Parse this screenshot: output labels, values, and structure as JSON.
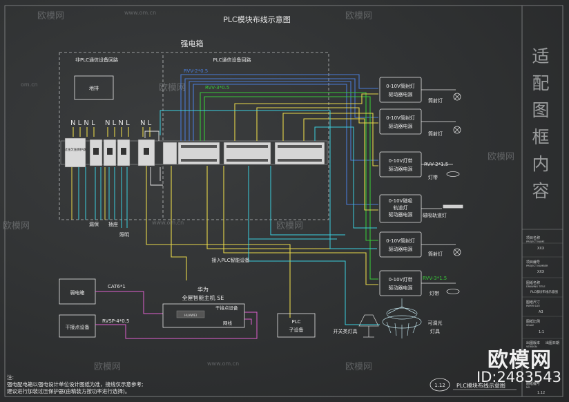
{
  "title": "PLC模块布线示意图",
  "box_title": "强电箱",
  "left_section": "非PLC通信设备回路",
  "right_section": "PLC通信设备回路",
  "floor_drain": "地排",
  "nl_group1": "N L N L",
  "nl_group2": "N L N L",
  "nl_group3": "N L",
  "protector": "过压欠压保护器",
  "leakage": "漏保",
  "socket": "插座",
  "lighting": "照明",
  "cable_rvv2": "RVV-2*0.5",
  "cable_rvv3": "RVV-3*0.5",
  "drivers": [
    {
      "l1": "0-10V筒射灯",
      "l2": "驱动器电源",
      "lamp": "筒射灯"
    },
    {
      "l1": "0-10V筒射灯",
      "l2": "驱动器电源",
      "lamp": "筒射灯"
    },
    {
      "l1": "0-10V灯带",
      "l2": "驱动器电源",
      "lamp": "灯带"
    },
    {
      "l1": "0-10V磁吸",
      "l2": "轨道灯",
      "l3": "驱动器电源",
      "lamp": "磁吸轨道灯"
    },
    {
      "l1": "0-10V筒射灯",
      "l2": "驱动器电源",
      "lamp": "筒射灯"
    },
    {
      "l1": "0-10V灯带",
      "l2": "驱动器电源",
      "lamp": "灯带"
    }
  ],
  "cable_rvv2_15": "RVV-2*1.5",
  "cable_rvv3_15": "RVV-3*1.5",
  "plc_access": "接入PLC智能设备",
  "weak_box": "弱电箱",
  "cat6": "CAT6*1",
  "host_brand": "华为",
  "host_name": "全屋智能主机 SE",
  "host_label": "HUAWEI",
  "dry_contact_device": "干接点设备",
  "rvsp": "RVSP-4*0.5",
  "dry_contact_label": "干接点设备",
  "network_label": "网线",
  "plc_sub_1": "PLC",
  "plc_sub_2": "子设备",
  "switch_lamp": "开关类灯具",
  "dim_lamp_1": "可调光",
  "dim_lamp_2": "灯具",
  "note_title": "注:",
  "note_1": "强电配电箱以强电设计单位设计图纸为准，接线仅示意参考;",
  "note_2": "建议进行加装过压保护器(由精装方按功率进行选择)。",
  "page_num": "1.12",
  "page_title": "PLC模块布线示意图",
  "side_big": [
    "适",
    "配",
    "图",
    "框",
    "内",
    "容"
  ],
  "info": [
    {
      "k": "项目名称",
      "sub": "PROJECT NAME",
      "v": "XXX"
    },
    {
      "k": "项目编号",
      "sub": "PROJECT NUMBER",
      "v": "XXX"
    },
    {
      "k": "图纸名称",
      "sub": "DRAWING TITLE",
      "v": "PLC模块布线示意图"
    },
    {
      "k": "图纸尺寸",
      "sub": "PAPER SIZE",
      "v": "A3"
    },
    {
      "k": "图纸比例",
      "sub": "SCALE",
      "v": "1:1"
    },
    {
      "k": "出图版本",
      "sub": "VERSION",
      "v": "出图日期"
    },
    {
      "k": "图纸编号",
      "sub": "NO.",
      "v": "1.12"
    }
  ],
  "watermark_brand": "欧模网",
  "watermark_url": "www.om.cn",
  "watermark_url_short": "om.cn",
  "watermark_id": "ID:2483543",
  "colors": {
    "blue": "#4a7bd6",
    "green": "#38c838",
    "yellow": "#e8d84a",
    "cyan": "#3ad0e0",
    "pink": "#e060d0",
    "white": "#e8e8e8"
  }
}
